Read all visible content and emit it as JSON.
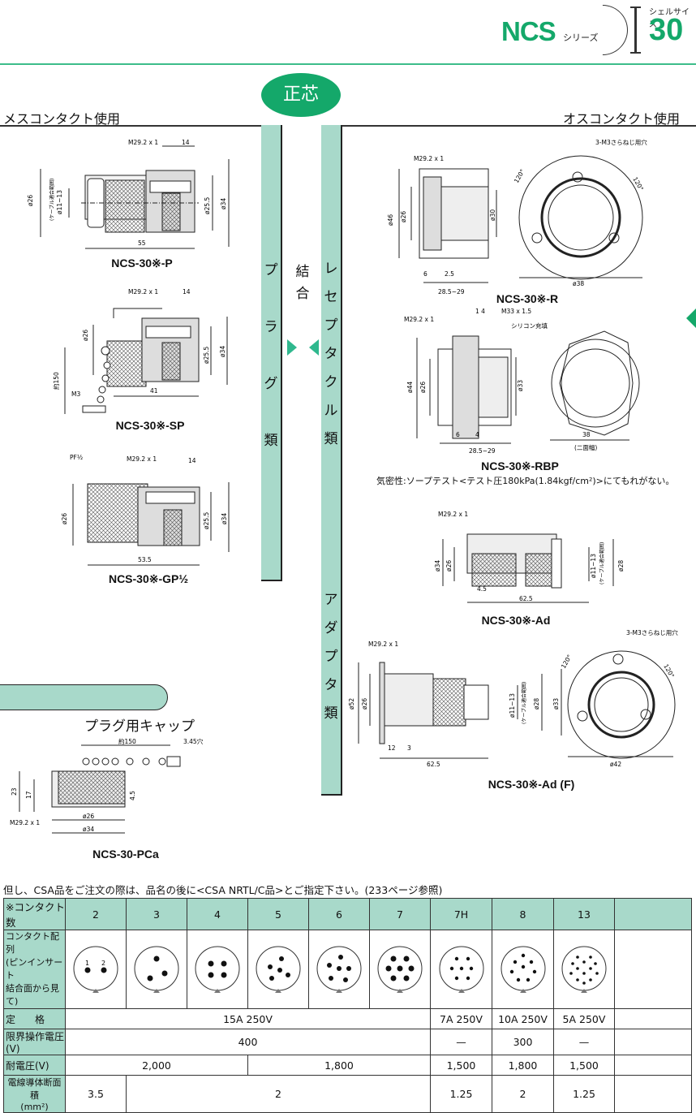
{
  "header": {
    "series_name": "NCS",
    "series_suffix": "シリーズ",
    "size_label": "シェルサイズ",
    "size_value": "30"
  },
  "center_badge": "正芯",
  "sections": {
    "left_title": "メスコンタクト使用",
    "right_title": "オスコンタクト使用",
    "plug_label": [
      "プ",
      "ラ",
      "グ",
      "類"
    ],
    "coupling_label": [
      "結",
      "合"
    ],
    "receptacle_label": [
      "レ",
      "セ",
      "プ",
      "タ",
      "ク",
      "ル",
      "類"
    ],
    "adapter_label": [
      "ア",
      "ダ",
      "プ",
      "タ",
      "類"
    ]
  },
  "models": {
    "p": "NCS-30※-P",
    "sp": "NCS-30※-SP",
    "gp": "NCS-30※-GP½",
    "r": "NCS-30※-R",
    "rbp": "NCS-30※-RBP",
    "rbp_note": "気密性:ソープテスト<テスト圧180kPa(1.84kgf/cm²)>にてもれがない。",
    "ad": "NCS-30※-Ad",
    "adf": "NCS-30※-Ad (F)",
    "pca": "NCS-30-PCa"
  },
  "dims": {
    "p": {
      "thread": "M29.2 x 1",
      "d14": "14",
      "d26": "ø26",
      "cable": "(ケーブル適合範囲)",
      "d1113": "ø11~13",
      "d255": "ø25.5",
      "d34": "ø34",
      "len": "55"
    },
    "sp": {
      "thread": "M29.2 x 1",
      "d14": "14",
      "d26": "ø26",
      "d255": "ø25.5",
      "d34": "ø34",
      "chain": "約150",
      "m3": "M3",
      "len": "41"
    },
    "gp": {
      "pf": "PF½",
      "thread": "M29.2 x 1",
      "d14": "14",
      "d26": "ø26",
      "d255": "ø25.5",
      "d34": "ø34",
      "len": "53.5"
    },
    "r": {
      "thread": "M29.2 x 1",
      "d46": "ø46",
      "d26": "ø26",
      "d30": "ø30",
      "d6": "6",
      "d25": "2.5",
      "len": "28.5~29",
      "holes": "3-M3さらねじ用穴",
      "a1": "120°",
      "a2": "120°",
      "d38": "ø38"
    },
    "rbp": {
      "thread": "M29.2 x 1",
      "d14": "1  4",
      "m33": "M33 x 1.5",
      "silicone": "シリコン充填",
      "d44": "ø44",
      "d26": "ø26",
      "d33": "ø33",
      "d6": "6",
      "d4": "4",
      "len": "28.5~29",
      "w38": "38",
      "flat": "(二面幅)"
    },
    "ad": {
      "thread": "M29.2 x 1",
      "d34": "ø34",
      "d26": "ø26",
      "d1113": "ø11~13",
      "cable": "(ケーブル適合範囲)",
      "d28": "ø28",
      "d45": "4.5",
      "len": "62.5"
    },
    "adf": {
      "thread": "M29.2 x 1",
      "d52": "ø52",
      "d26": "ø26",
      "d1113": "ø11~13",
      "cable": "(ケーブル適合範囲)",
      "d28": "ø28",
      "d33": "ø33",
      "d12": "12",
      "d3": "3",
      "len": "62.5",
      "holes": "3-M3さらねじ用穴",
      "a1": "120°",
      "a2": "120°",
      "d42": "ø42"
    },
    "pca": {
      "chain": "約150",
      "hole": "3.45穴",
      "d23": "23",
      "d17": "17",
      "d45": "4.5",
      "thread": "M29.2 x 1",
      "d26": "ø26",
      "d34": "ø34"
    }
  },
  "cap_title": "プラグ用キャップ",
  "csa_note": "但し、CSA品をご注文の際は、品名の後に<CSA NRTL/C品>とご指定下さい。(233ページ参照)",
  "table": {
    "head_label": "※コンタクト数",
    "columns": [
      "2",
      "3",
      "4",
      "5",
      "6",
      "7",
      "7H",
      "8",
      "13"
    ],
    "diagram_label": [
      "コンタクト配列",
      "(ピンインサート",
      "結合面から見て)"
    ],
    "rating_label": "定　　格",
    "rating_main": "15A 250V",
    "rating_7h": "7A 250V",
    "rating_8": "10A 250V",
    "rating_13": "5A 250V",
    "limit_label": "限界操作電圧(V)",
    "limit_main": "400",
    "limit_7h": "—",
    "limit_8": "300",
    "limit_13": "—",
    "withstand_label": "耐電圧(V)",
    "withstand_a": "2,000",
    "withstand_b": "1,800",
    "withstand_7h": "1,500",
    "withstand_8": "1,800",
    "withstand_13": "1,500",
    "area_label": "電線導体断面積",
    "area_unit": "(mm²)",
    "area_2": "3.5",
    "area_main": "2",
    "area_7h": "1.25",
    "area_8": "2",
    "area_13": "1.25"
  }
}
